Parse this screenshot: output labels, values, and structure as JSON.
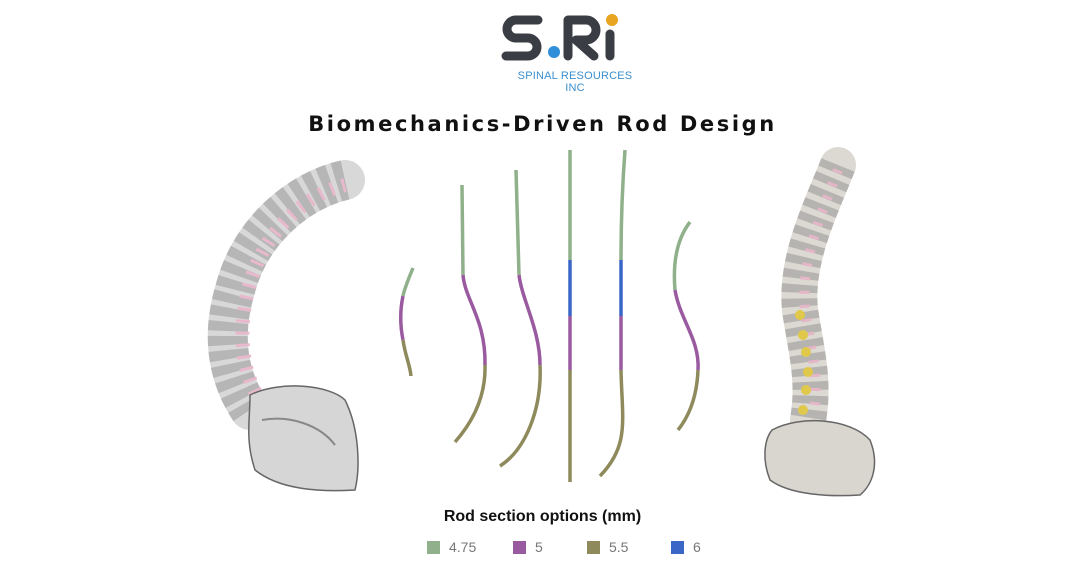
{
  "logo": {
    "mark": "SRi",
    "company": "SPINAL RESOURCES INC",
    "colors": {
      "dark": "#3a3d44",
      "blue": "#2f8fd8",
      "orange": "#e8a423"
    }
  },
  "title": "Biomechanics-Driven Rod Design",
  "legend": {
    "title": "Rod section options (mm)",
    "items": [
      {
        "label": "4.75",
        "color": "#8fb08a"
      },
      {
        "label": "5",
        "color": "#9a5aa0"
      },
      {
        "label": "5.5",
        "color": "#8e8a5c"
      },
      {
        "label": "6",
        "color": "#3a66c8"
      }
    ]
  }
}
